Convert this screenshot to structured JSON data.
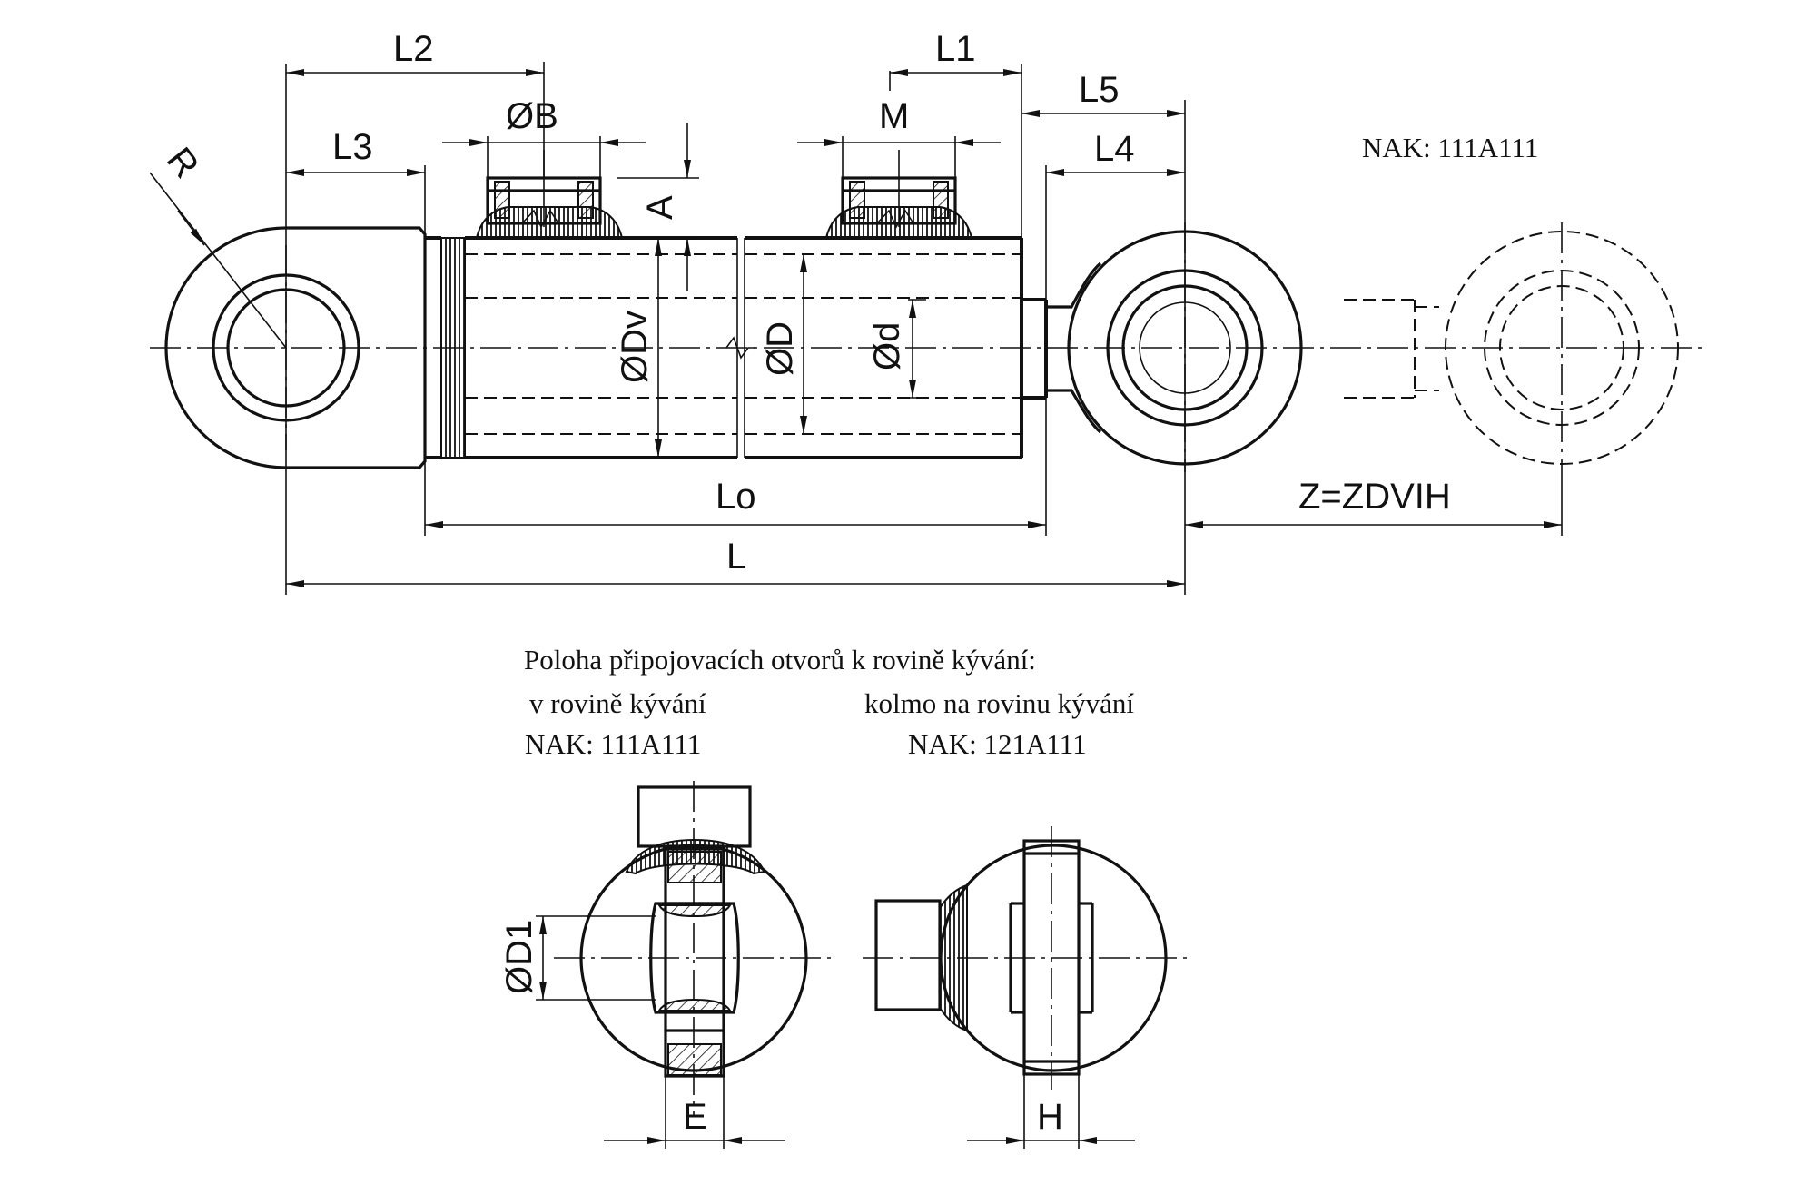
{
  "drawing": {
    "dimensions": {
      "l2": "L2",
      "l3": "L3",
      "l1": "L1",
      "l5": "L5",
      "l4": "L4",
      "b": "ØB",
      "m": "M",
      "a": "A",
      "r": "R",
      "dv": "ØDv",
      "d_big": "ØD",
      "d_small": "Ød",
      "lo": "Lo",
      "l": "L",
      "stroke": "Z=ZDVIH",
      "d1": "ØD1",
      "e": "E",
      "h": "H"
    },
    "codes": {
      "main": "NAK: 111A111",
      "in_plane": "NAK: 111A111",
      "perpendicular": "NAK: 121A111"
    },
    "notes": {
      "heading": "Poloha připojovacích otvorů k rovině kývání:",
      "in_plane_label": "v rovině kývání",
      "perpendicular_label": "kolmo na rovinu kývání"
    }
  }
}
